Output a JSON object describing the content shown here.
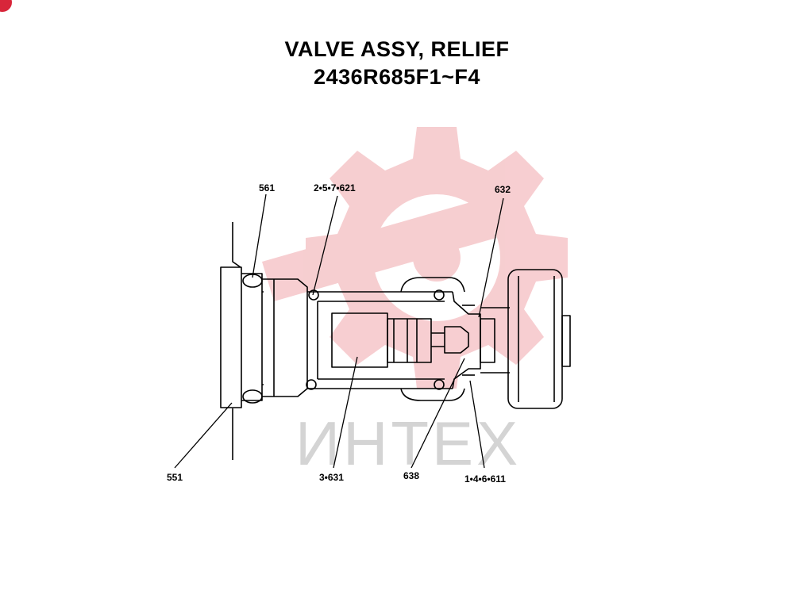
{
  "title": {
    "line1": "VALVE ASSY, RELIEF",
    "line2": "2436R685F1~F4"
  },
  "watermark": {
    "text": "ИНТЕХ",
    "color": "#d4d4d4",
    "logo_color": "#f6c9cc",
    "logo_icon": "gear-logo-icon"
  },
  "callouts": {
    "c561": "561",
    "c621": "2•5•7•621",
    "c632": "632",
    "c551": "551",
    "c631": "3•631",
    "c638": "638",
    "c611": "1•4•6•611"
  },
  "colors": {
    "line": "#000000",
    "badge": "#d8263a"
  }
}
